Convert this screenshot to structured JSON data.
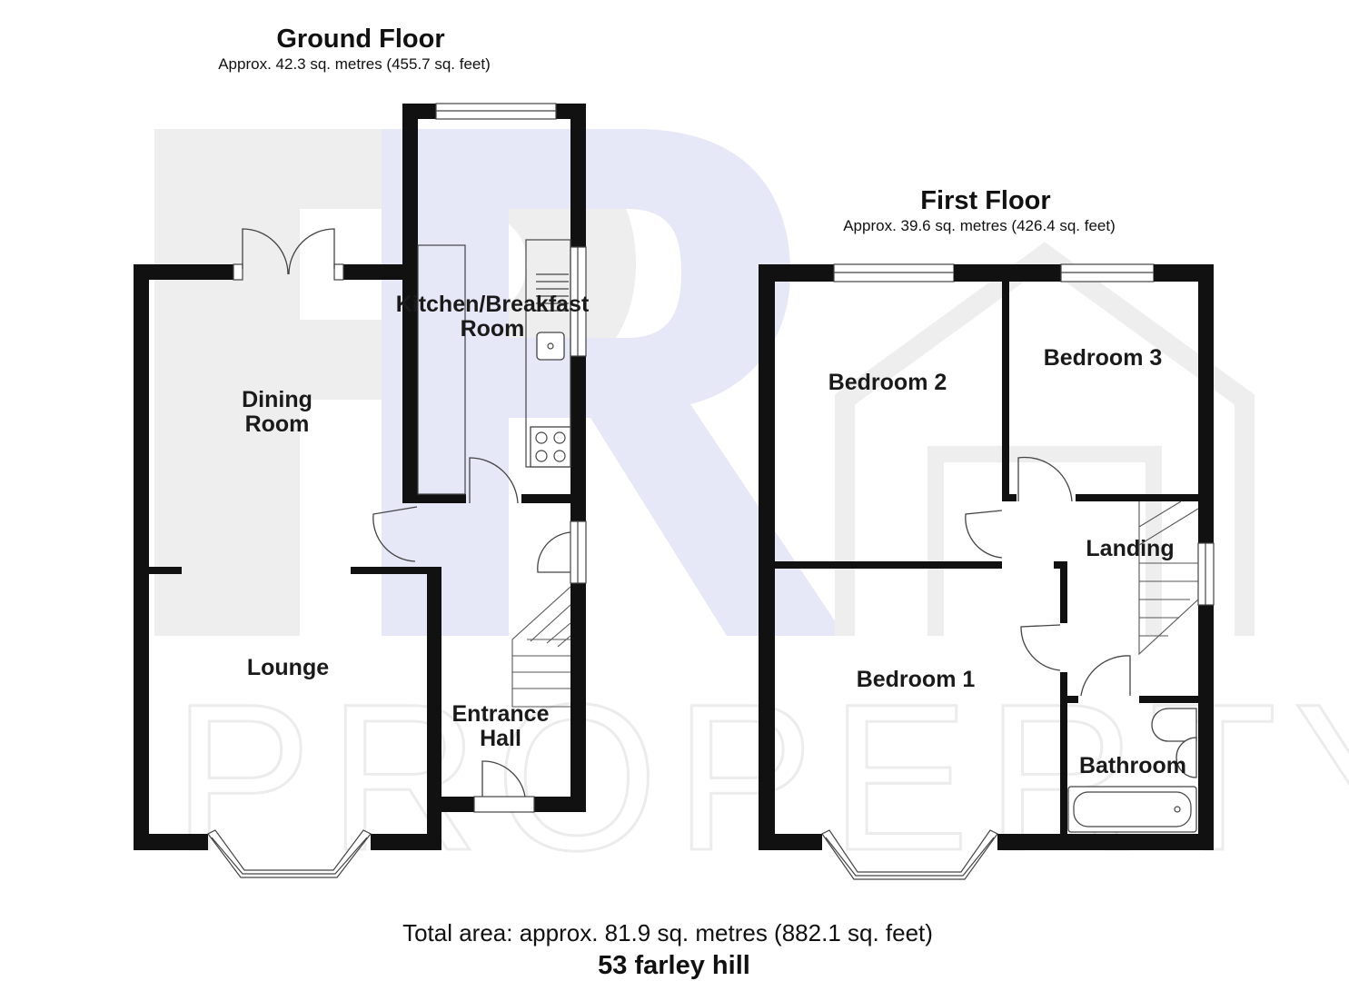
{
  "ground_floor": {
    "title": "Ground Floor",
    "area": "Approx. 42.3 sq. metres (455.7 sq. feet)",
    "rooms": {
      "kitchen_line1": "Kitchen/Breakfast",
      "kitchen_line2": "Room",
      "dining_line1": "Dining",
      "dining_line2": "Room",
      "lounge": "Lounge",
      "entrance_line1": "Entrance",
      "entrance_line2": "Hall"
    }
  },
  "first_floor": {
    "title": "First Floor",
    "area": "Approx. 39.6 sq. metres (426.4 sq. feet)",
    "rooms": {
      "bedroom2": "Bedroom 2",
      "bedroom3": "Bedroom 3",
      "landing": "Landing",
      "bedroom1": "Bedroom 1",
      "bathroom": "Bathroom"
    }
  },
  "footer": {
    "total_area": "Total area: approx. 81.9 sq. metres (882.1 sq. feet)",
    "address": "53 farley hill"
  },
  "watermark": {
    "text": "PROPERTY",
    "monogram": "PR"
  },
  "colors": {
    "wall": "#111111",
    "watermark_gray": "#eeeeee",
    "watermark_blue": "#e6e8f8"
  }
}
